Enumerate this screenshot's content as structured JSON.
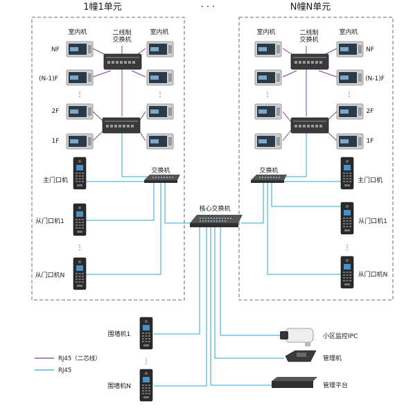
{
  "titles": {
    "left_building": "1幢1单元",
    "right_building": "N幢N单元",
    "ellipsis": "· · ·"
  },
  "labels": {
    "indoor_unit": "室内机",
    "two_wire_switch": "二线制\n交换机",
    "switch": "交换机",
    "core_switch": "核心交换机",
    "main_door": "主门口机",
    "sub_door_1": "从门口机1",
    "sub_door_n": "从门口机N",
    "fence_1": "围墙机1",
    "fence_n": "围墙机N",
    "community_ipc": "小区监控IPC",
    "management_unit": "管理机",
    "management_platform": "管理平台",
    "floors": [
      "NF",
      "(N-1)F",
      "2F",
      "1F"
    ],
    "dots": "⋮"
  },
  "legend": [
    {
      "label": "RJ45（二芯线）",
      "color": "#7b3fa0"
    },
    {
      "label": "RJ45",
      "color": "#2aa7cf"
    }
  ],
  "colors": {
    "purple": "#7b3fa0",
    "cyan": "#2aa7cf",
    "dashed_border": "#666666"
  }
}
